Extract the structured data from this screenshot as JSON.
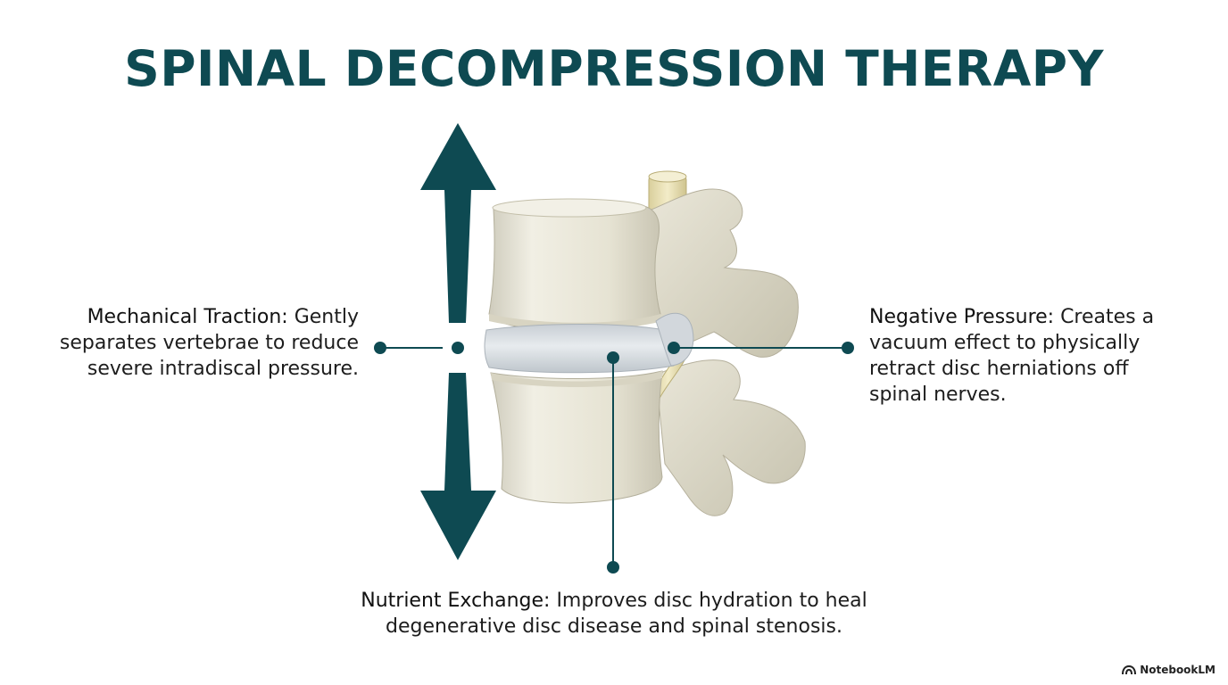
{
  "title": "SPINAL DECOMPRESSION THERAPY",
  "callouts": {
    "traction": {
      "term": "Mechanical Traction:",
      "text": " Gently separates vertebrae to reduce severe intradiscal pressure."
    },
    "pressure": {
      "term": "Negative Pressure:",
      "text": " Creates a vacuum effect to physically retract disc herniations off spinal nerves."
    },
    "nutrient": {
      "term": "Nutrient Exchange:",
      "text": " Improves disc hydration to heal degenerative disc disease and spinal stenosis."
    }
  },
  "brand": {
    "label": "NotebookLM",
    "icon": "notebooklm-logo-icon"
  },
  "colors": {
    "accent": "#0e4a52",
    "bone": "#e9e6d6",
    "disc": "#d6dbe0",
    "nerve": "#e8dfb5"
  }
}
